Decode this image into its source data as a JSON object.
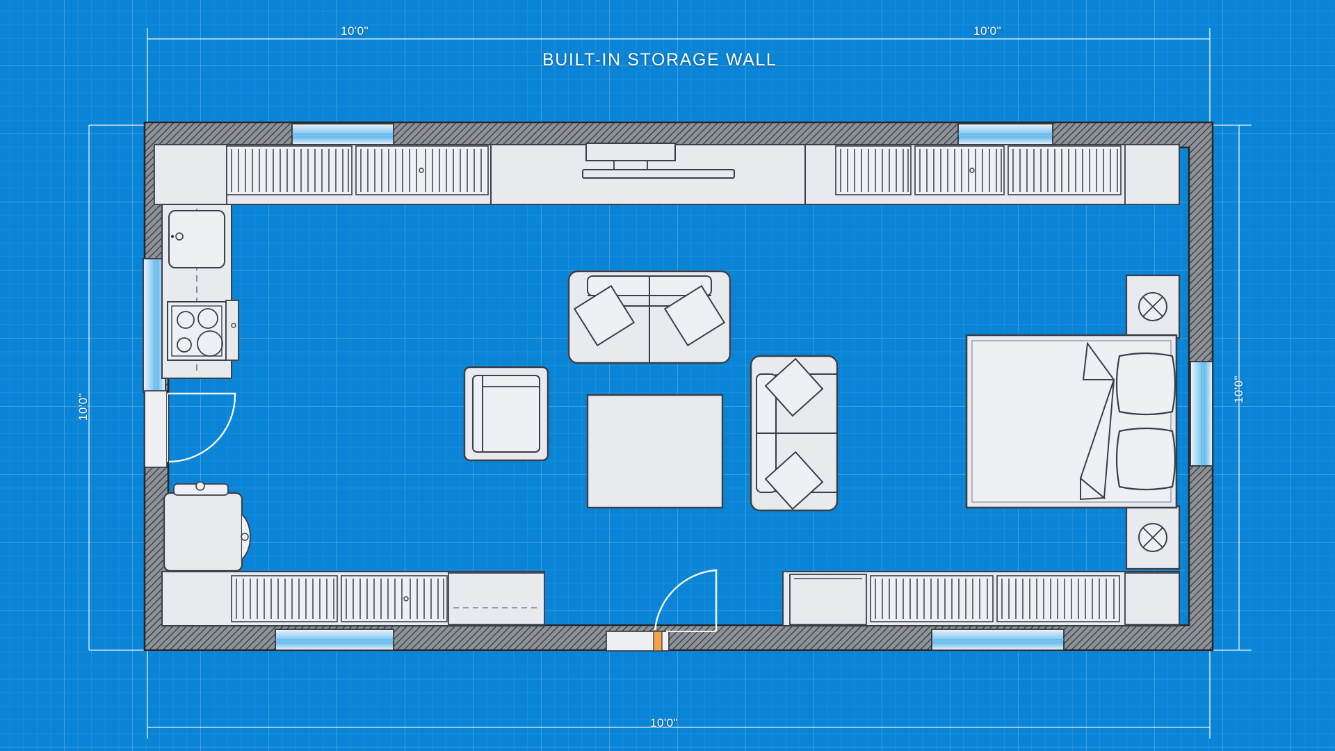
{
  "drawing": {
    "kind": "architectural-floor-plan",
    "style": "blueprint",
    "background_color": "#0a84d6",
    "ink_color": "#ffffff",
    "fill_color": "#e8eaee",
    "line_color": "#3a3f45",
    "title": "BUILT-IN STORAGE WALL"
  },
  "dimensions": {
    "top_left": "10'0\"",
    "top_right": "10'0\"",
    "left": "10'0\"",
    "right": "10'0\"",
    "bottom": "10'0\""
  },
  "rooms": [
    {
      "name": "kitchen",
      "position": "upper-left"
    },
    {
      "name": "living-area",
      "position": "center"
    },
    {
      "name": "bedroom",
      "position": "right"
    }
  ],
  "fixtures": [
    {
      "name": "kitchen-sink",
      "type": "sink"
    },
    {
      "name": "cooktop-range",
      "type": "range",
      "burners": 4
    },
    {
      "name": "washer-dryer",
      "type": "appliance"
    },
    {
      "name": "entry-door",
      "type": "swing-door"
    },
    {
      "name": "secondary-door",
      "type": "swing-door"
    },
    {
      "name": "sofa",
      "type": "seating",
      "seats": 2,
      "pillows": 2
    },
    {
      "name": "loveseat",
      "type": "seating",
      "seats": 2,
      "pillows": 2
    },
    {
      "name": "armchair",
      "type": "seating",
      "seats": 1
    },
    {
      "name": "coffee-table",
      "type": "table"
    },
    {
      "name": "bed",
      "type": "bed",
      "pillows": 2
    },
    {
      "name": "nightstand-top",
      "type": "nightstand"
    },
    {
      "name": "nightstand-bottom",
      "type": "nightstand"
    },
    {
      "name": "television",
      "type": "tv"
    },
    {
      "name": "media-shelf",
      "type": "shelf"
    }
  ],
  "storage": {
    "label": "BUILT-IN STORAGE WALL",
    "cabinet_runs": [
      {
        "name": "top-left-cabinets",
        "slats": 18
      },
      {
        "name": "top-left-cabinets-2",
        "slats": 16
      },
      {
        "name": "top-right-cabinets",
        "slats": 9
      },
      {
        "name": "top-right-cabinets-2",
        "slats": 12
      },
      {
        "name": "top-right-cabinets-3",
        "slats": 14
      },
      {
        "name": "bottom-left-cabinets",
        "slats": 14
      },
      {
        "name": "bottom-left-cabinets-2",
        "slats": 13
      },
      {
        "name": "bottom-right-cabinets",
        "slats": 14
      },
      {
        "name": "bottom-right-cabinets-2",
        "slats": 13
      }
    ]
  },
  "windows": [
    {
      "name": "window-top-left"
    },
    {
      "name": "window-top-right"
    },
    {
      "name": "window-left"
    },
    {
      "name": "window-right"
    },
    {
      "name": "window-bottom-left"
    },
    {
      "name": "window-bottom-right"
    }
  ]
}
